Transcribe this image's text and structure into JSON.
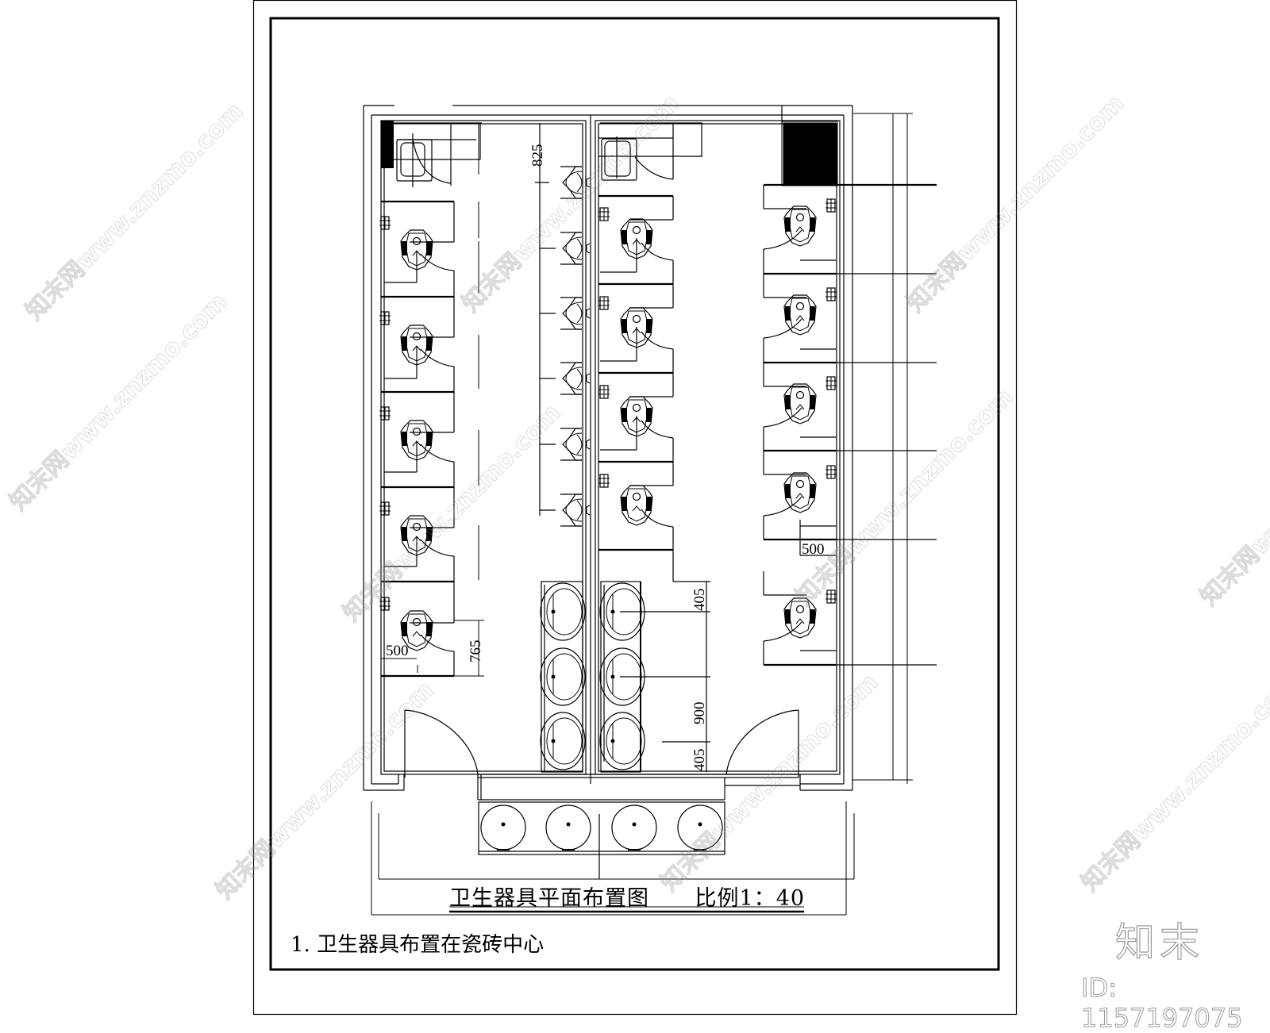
{
  "drawing": {
    "title": "卫生器具平面布置图",
    "scale_label": "比例1：40",
    "note": "1. 卫生器具布置在瓷砖中心",
    "dimensions": {
      "urinal_spacing": "825",
      "stall_width_left": "500",
      "stall_depth_left": "765",
      "stall_width_right": "500",
      "basin_edge_top": "405",
      "basin_spacing": "900",
      "basin_edge_bottom": "405"
    },
    "rooms": [
      {
        "name": "left-room",
        "squat_toilets": 5,
        "urinals": 6,
        "basins": 3,
        "accessible_toilet": 1
      },
      {
        "name": "right-room",
        "squat_toilets_left_row": 4,
        "squat_toilets_right_row": 5,
        "basins": 3,
        "accessible_toilet": 1
      }
    ],
    "shared_vanity_basins": 4
  },
  "branding": {
    "logo_text": "知末",
    "id_label": "ID: 1157197075",
    "watermark_text": "知末网www.znzmo.com"
  },
  "colors": {
    "line": "#000000",
    "background": "#ffffff",
    "watermark": "#b4b4b4"
  }
}
